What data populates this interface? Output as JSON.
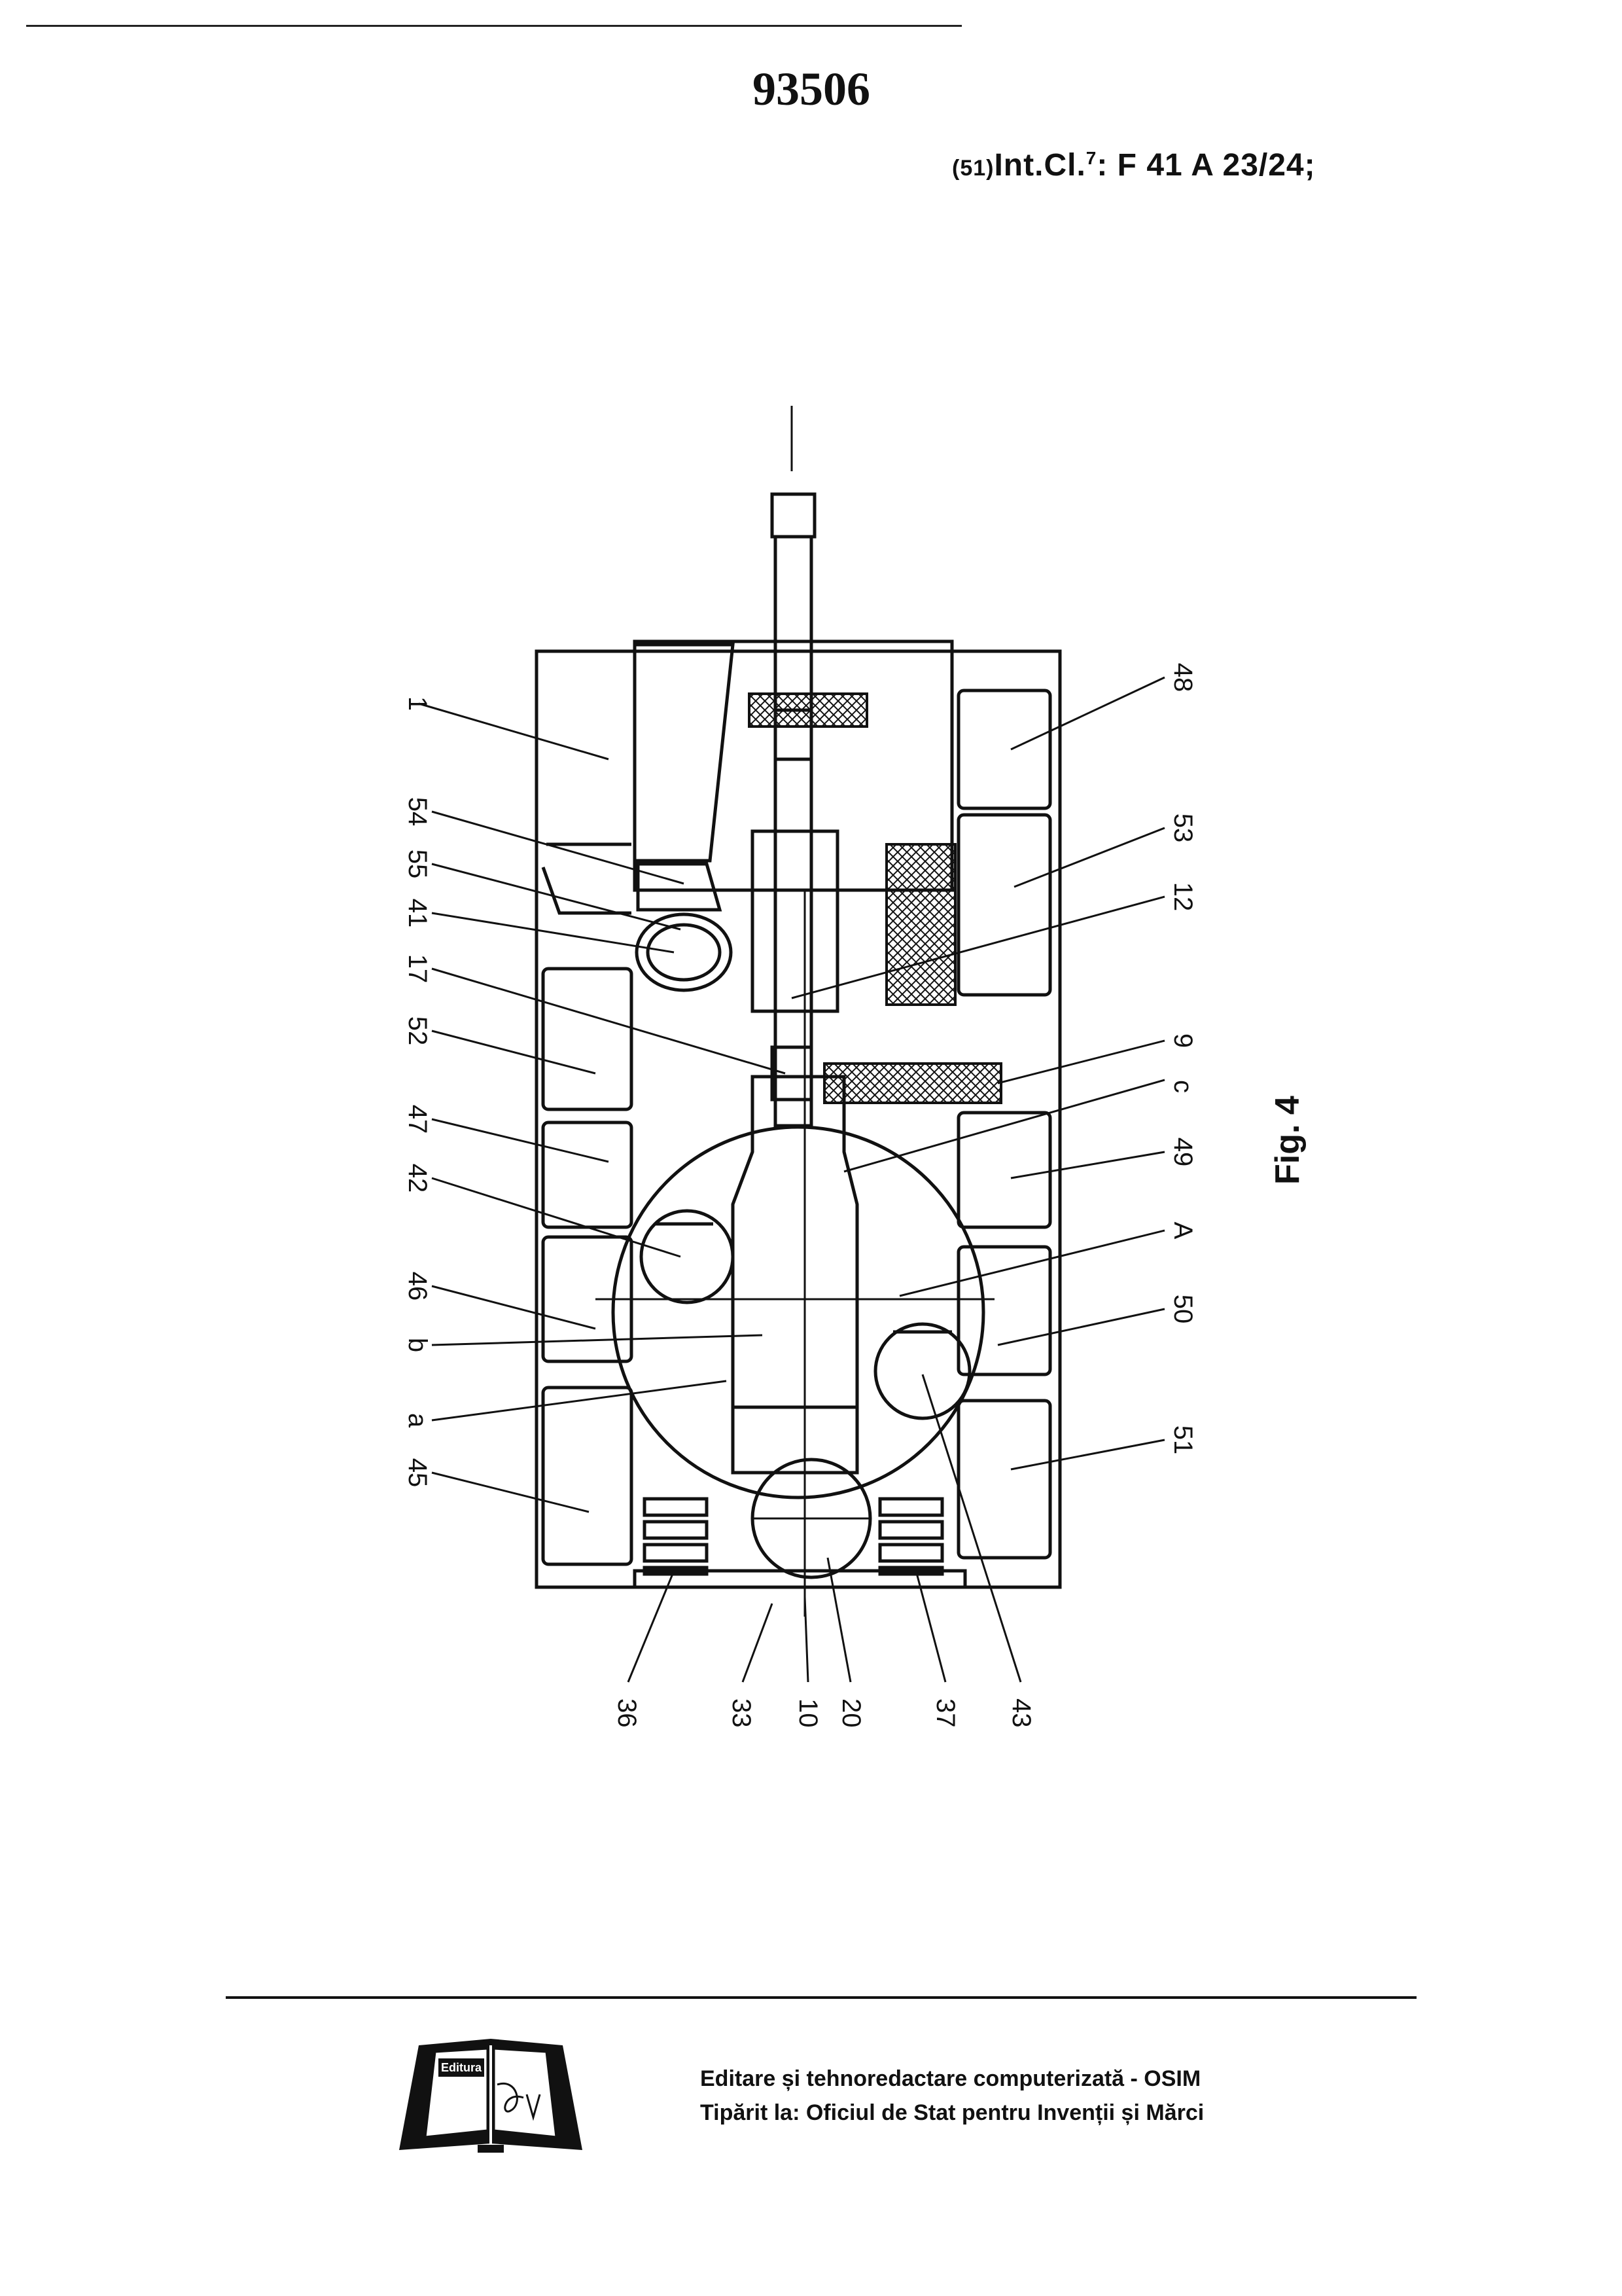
{
  "header": {
    "patent_number": "93506",
    "class_code": "(51)",
    "class_label": "Int.Cl.",
    "class_superscript": "7",
    "class_value": ": F 41 A 23/24;"
  },
  "figure": {
    "caption": "Fig. 4",
    "reference_labels": [
      "1",
      "54",
      "55",
      "41",
      "17",
      "52",
      "47",
      "42",
      "46",
      "b",
      "a",
      "45",
      "48",
      "53",
      "12",
      "9",
      "c",
      "49",
      "A",
      "50",
      "51",
      "36",
      "33",
      "10",
      "20",
      "37",
      "43"
    ]
  },
  "footer": {
    "logo_text": "Editura",
    "line1": "Editare și tehnoredactare computerizată - OSIM",
    "line2": "Tipărit la: Oficiul de Stat pentru Invenții și Mărci"
  }
}
